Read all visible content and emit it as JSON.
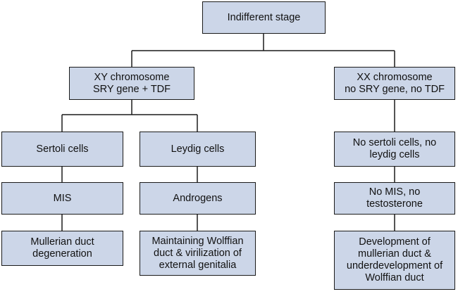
{
  "diagram": {
    "colors": {
      "box_fill": "#ccd6e8",
      "box_border": "#1a1a1a",
      "line": "#1a1a1a",
      "text": "#111111"
    },
    "root": {
      "line1": "Indifferent stage"
    },
    "xy": {
      "line1": "XY chromosome",
      "line2": "SRY gene + TDF"
    },
    "xx": {
      "line1": "XX chromosome",
      "line2": "no SRY gene, no TDF"
    },
    "sertoli": {
      "line1": "Sertoli cells"
    },
    "leydig": {
      "line1": "Leydig cells"
    },
    "no_cells": {
      "line1": "No sertoli cells, no",
      "line2": "leydig cells"
    },
    "mis": {
      "line1": "MIS"
    },
    "androgens": {
      "line1": "Androgens"
    },
    "no_mis": {
      "line1": "No MIS, no",
      "line2": "testosterone"
    },
    "mullerian_degeneration": {
      "line1": "Mullerian duct",
      "line2": "degeneration"
    },
    "wolffian_maintain": {
      "line1": "Maintaining Wolffian",
      "line2": "duct & virilization of",
      "line3": "external genitalia"
    },
    "mullerian_development": {
      "line1": "Development of",
      "line2": "mullerian duct &",
      "line3": "underdevelopment of",
      "line4": "Wolffian duct"
    }
  }
}
